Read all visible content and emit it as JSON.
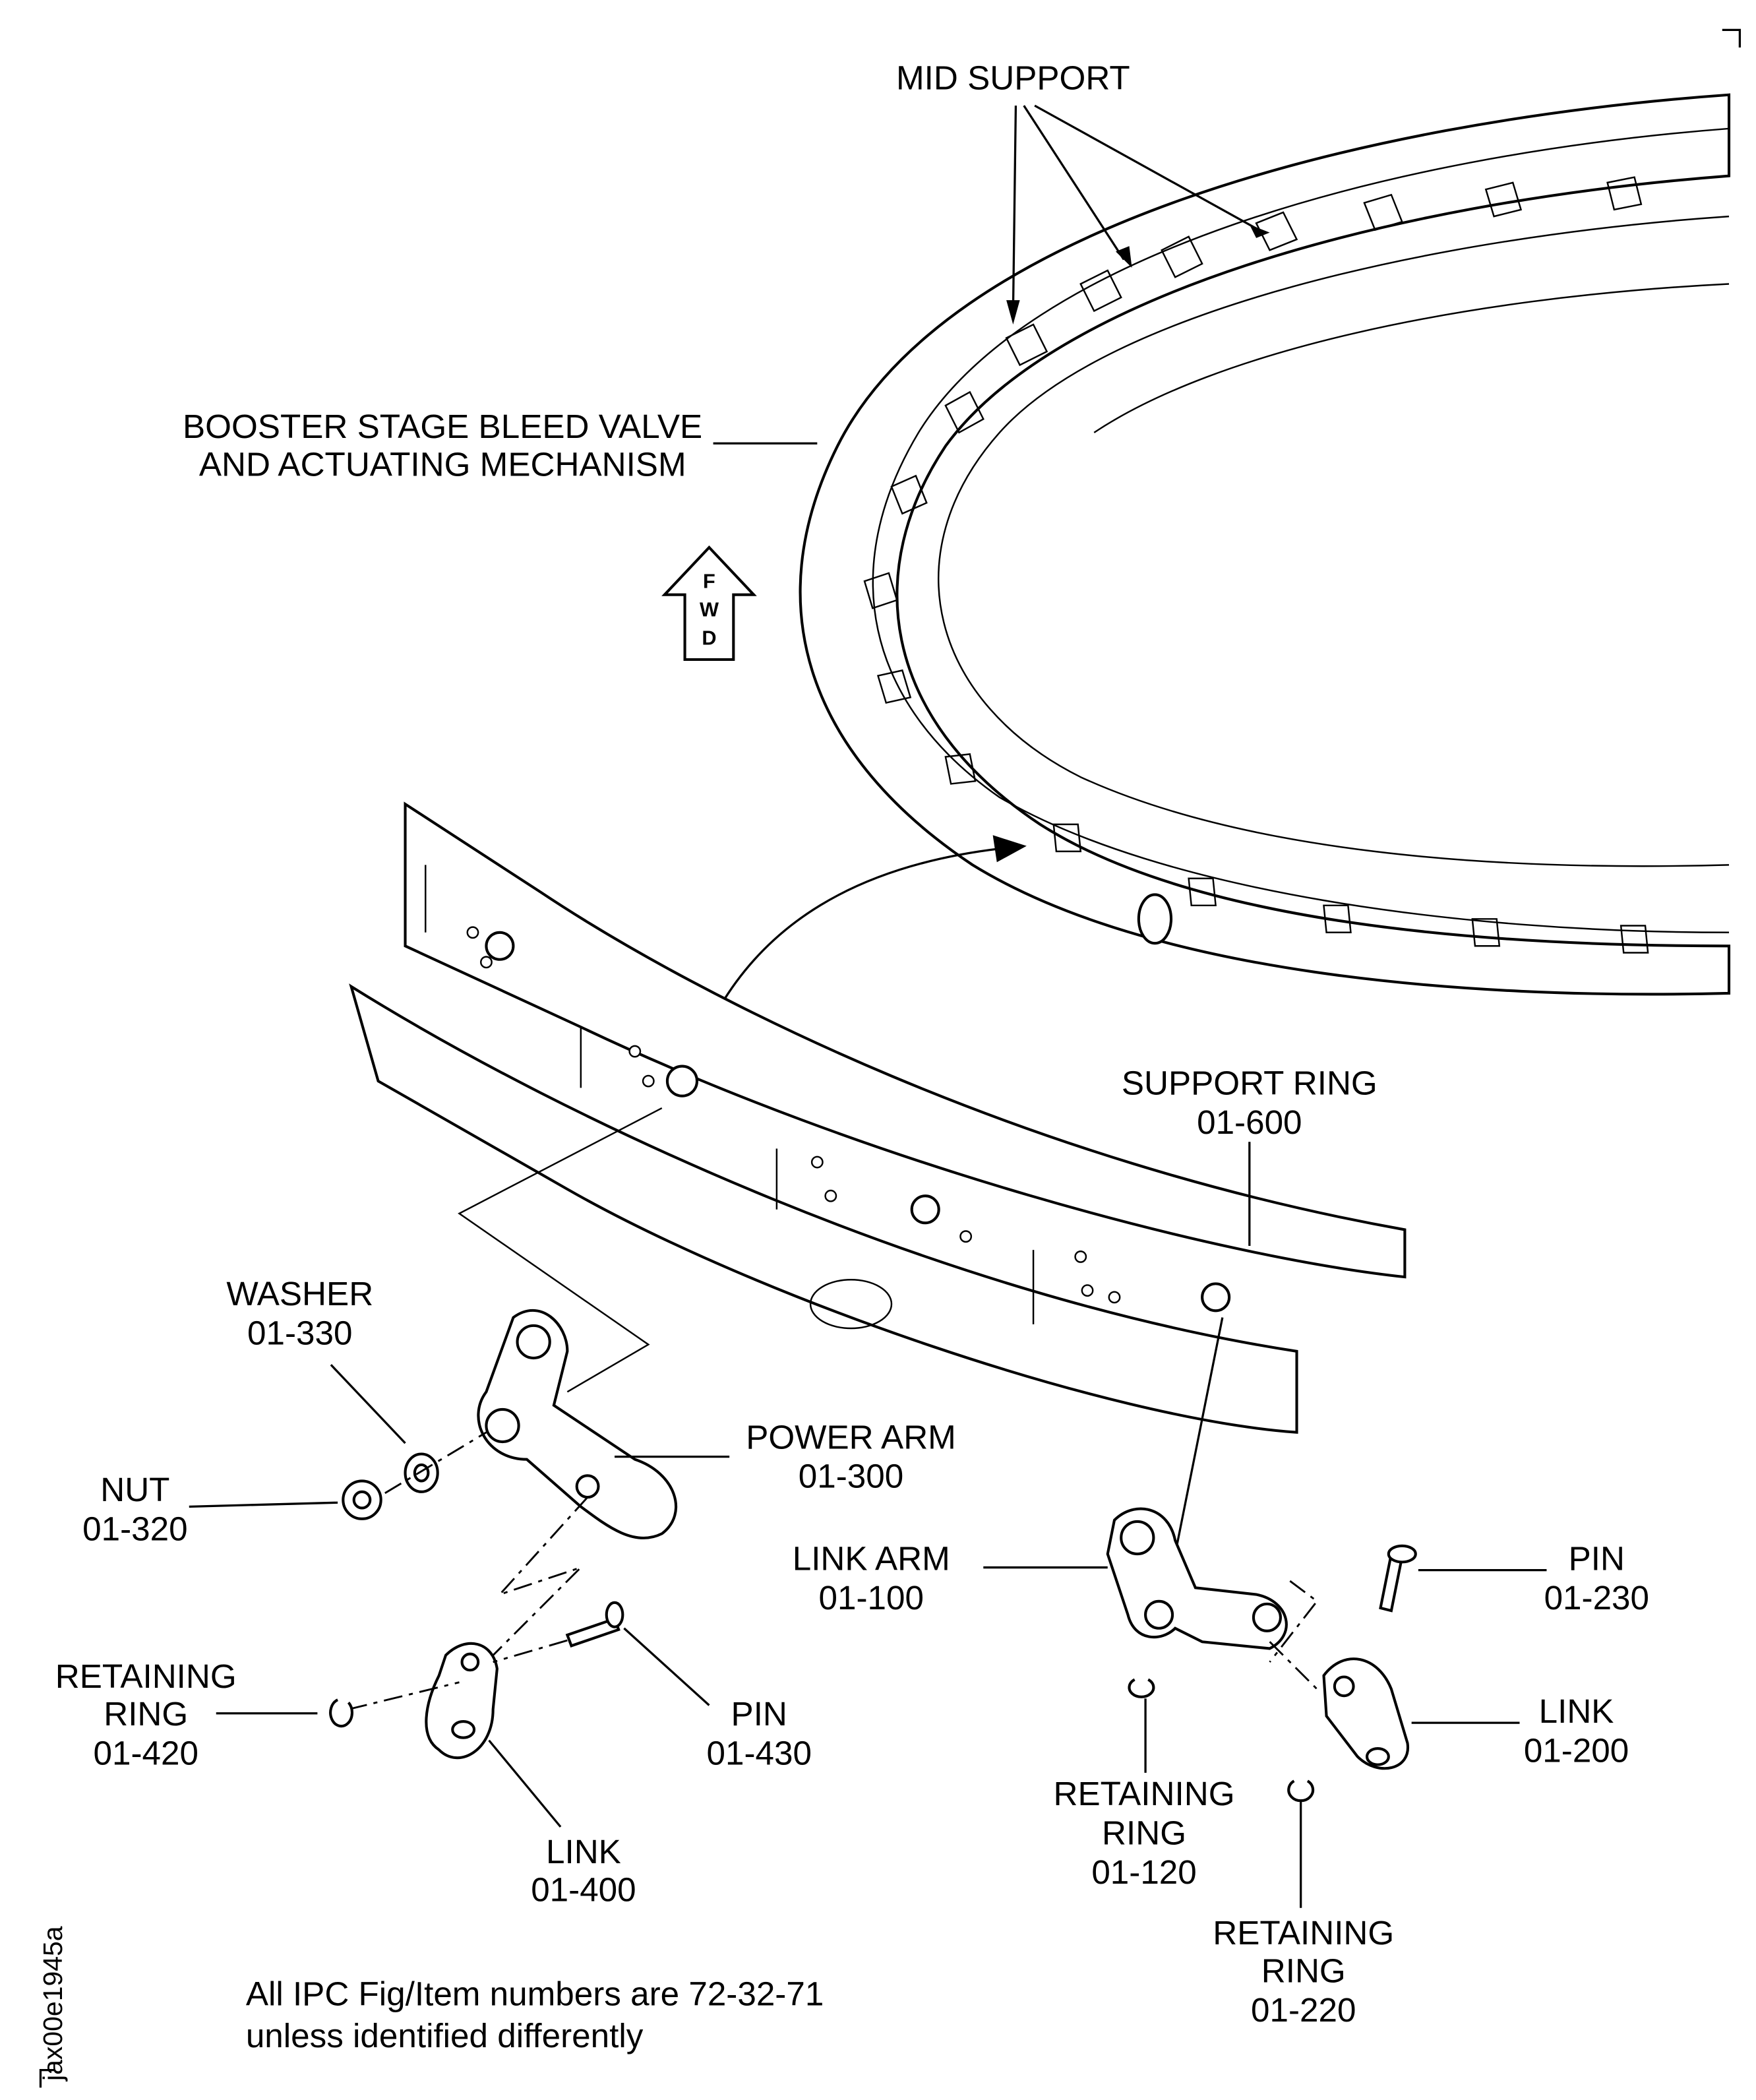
{
  "labels": {
    "mid_support": "MID SUPPORT",
    "booster_line1": "BOOSTER STAGE BLEED VALVE",
    "booster_line2": "AND ACTUATING MECHANISM",
    "fwd": [
      "F",
      "W",
      "D"
    ],
    "support_ring": {
      "name": "SUPPORT RING",
      "item": "01-600"
    },
    "washer": {
      "name": "WASHER",
      "item": "01-330"
    },
    "power_arm": {
      "name": "POWER ARM",
      "item": "01-300"
    },
    "nut": {
      "name": "NUT",
      "item": "01-320"
    },
    "link_arm": {
      "name": "LINK ARM",
      "item": "01-100"
    },
    "pin_230": {
      "name": "PIN",
      "item": "01-230"
    },
    "retaining_ring_420": {
      "line1": "RETAINING",
      "line2": "RING",
      "item": "01-420"
    },
    "pin_430": {
      "name": "PIN",
      "item": "01-430"
    },
    "link_200": {
      "name": "LINK",
      "item": "01-200"
    },
    "retaining_ring_120": {
      "line1": "RETAINING",
      "line2": "RING",
      "item": "01-120"
    },
    "link_400": {
      "name": "LINK",
      "item": "01-400"
    },
    "retaining_ring_220": {
      "line1": "RETAINING",
      "line2": "RING",
      "item": "01-220"
    }
  },
  "note": {
    "line1": "All IPC Fig/Item numbers are 72-32-71",
    "line2": "unless identified differently"
  },
  "figure_id": "jax00e1945a"
}
